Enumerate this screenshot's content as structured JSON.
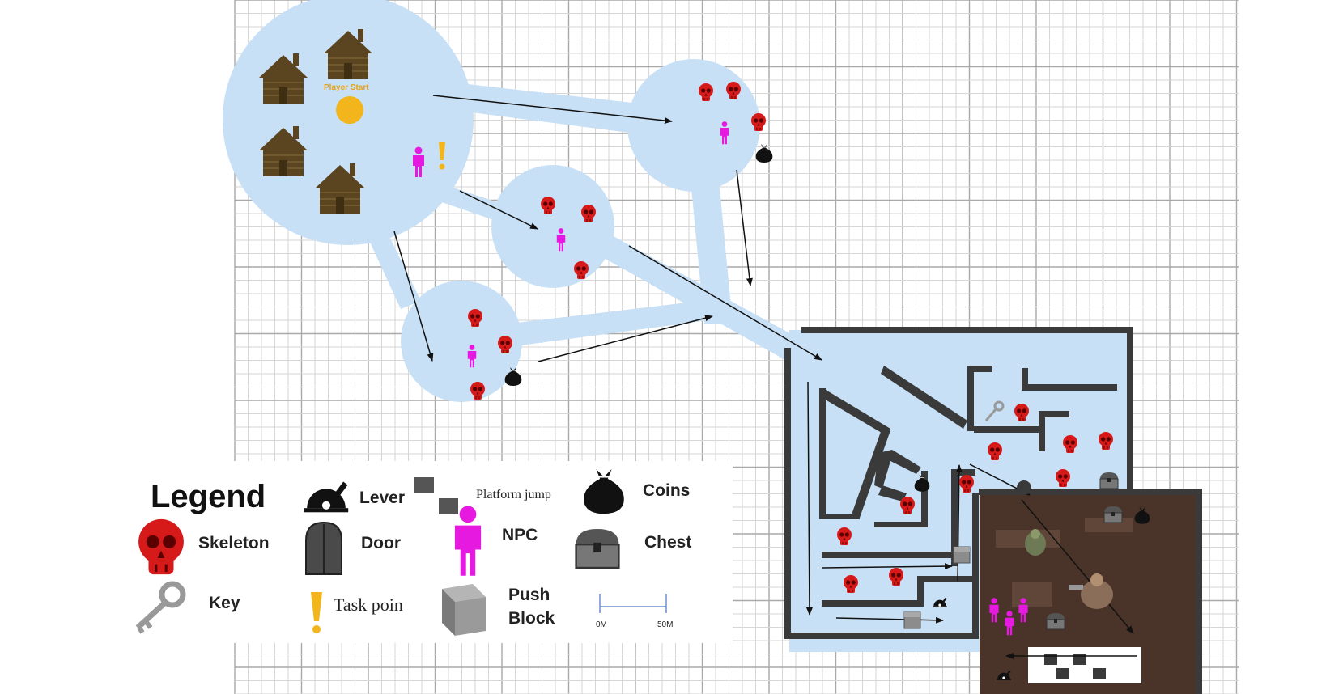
{
  "map": {
    "player_start_label": "Player Start"
  },
  "legend": {
    "title": "Legend",
    "items": {
      "skeleton": "Skeleton",
      "key": "Key",
      "lever": "Lever",
      "door": "Door",
      "task_point": "Task poin",
      "platform_jump": "Platform jump",
      "npc": "NPC",
      "push_block_1": "Push",
      "push_block_2": "Block",
      "coins": "Coins",
      "chest": "Chest"
    },
    "scale": {
      "start": "0M",
      "end": "50M"
    }
  },
  "colors": {
    "zone": "#c8e0f5",
    "skeleton": "#d61a1a",
    "npc": "#e619e0",
    "house": "#5b4520",
    "dungeon_floor": "#4a3328",
    "wall": "#3a3a3a",
    "player_start": "#f2b51c"
  }
}
